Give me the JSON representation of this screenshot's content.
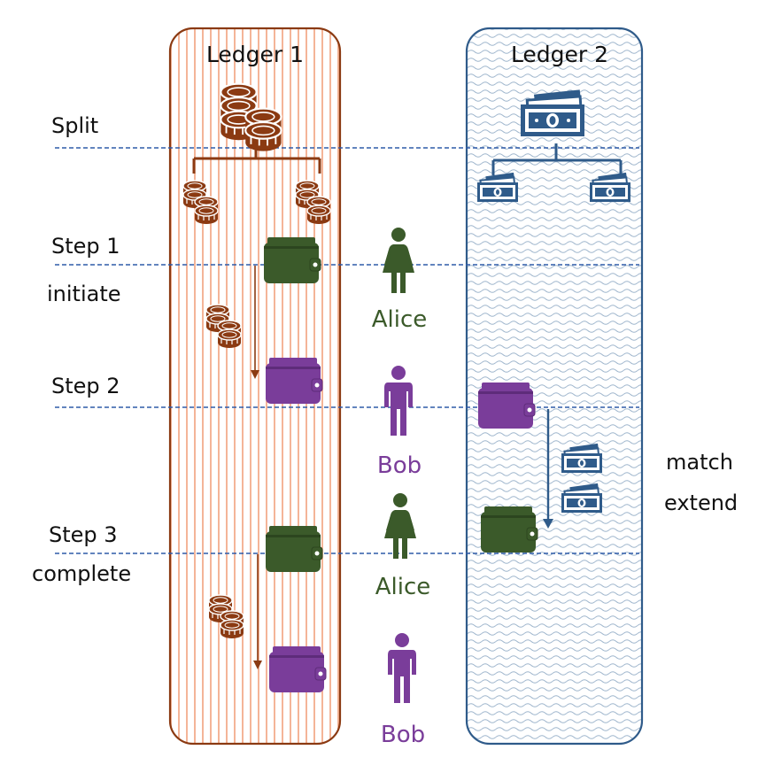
{
  "ledgers": [
    {
      "title": "Ledger 1",
      "color": "#8b3a12",
      "stripe_color": "#f2a27e"
    },
    {
      "title": "Ledger 2",
      "color": "#2f5b8a",
      "wave_color": "#9fb6cd"
    }
  ],
  "steps": {
    "split": "Split",
    "step1": "Step 1",
    "step1_note": "initiate",
    "step2": "Step 2",
    "step3": "Step 3",
    "step3_note": "complete"
  },
  "right_notes": {
    "line1": "match",
    "line2": "extend"
  },
  "people": [
    {
      "name": "Alice",
      "color": "#3b5a2a"
    },
    {
      "name": "Bob",
      "color": "#7a3d9a"
    },
    {
      "name": "Alice",
      "color": "#3b5a2a"
    },
    {
      "name": "Bob",
      "color": "#7a3d9a"
    }
  ],
  "colors": {
    "coin": "#8b3a12",
    "cash": "#2f5b8a",
    "wallet_alice": "#3b5a2a",
    "wallet_bob": "#7a3d9a",
    "dashed_line": "#2f5ba8",
    "arrow": "#8b3a12"
  },
  "icons": [
    "coin-stack-icon",
    "cash-icon",
    "wallet-icon",
    "person-female-icon",
    "person-male-icon"
  ]
}
